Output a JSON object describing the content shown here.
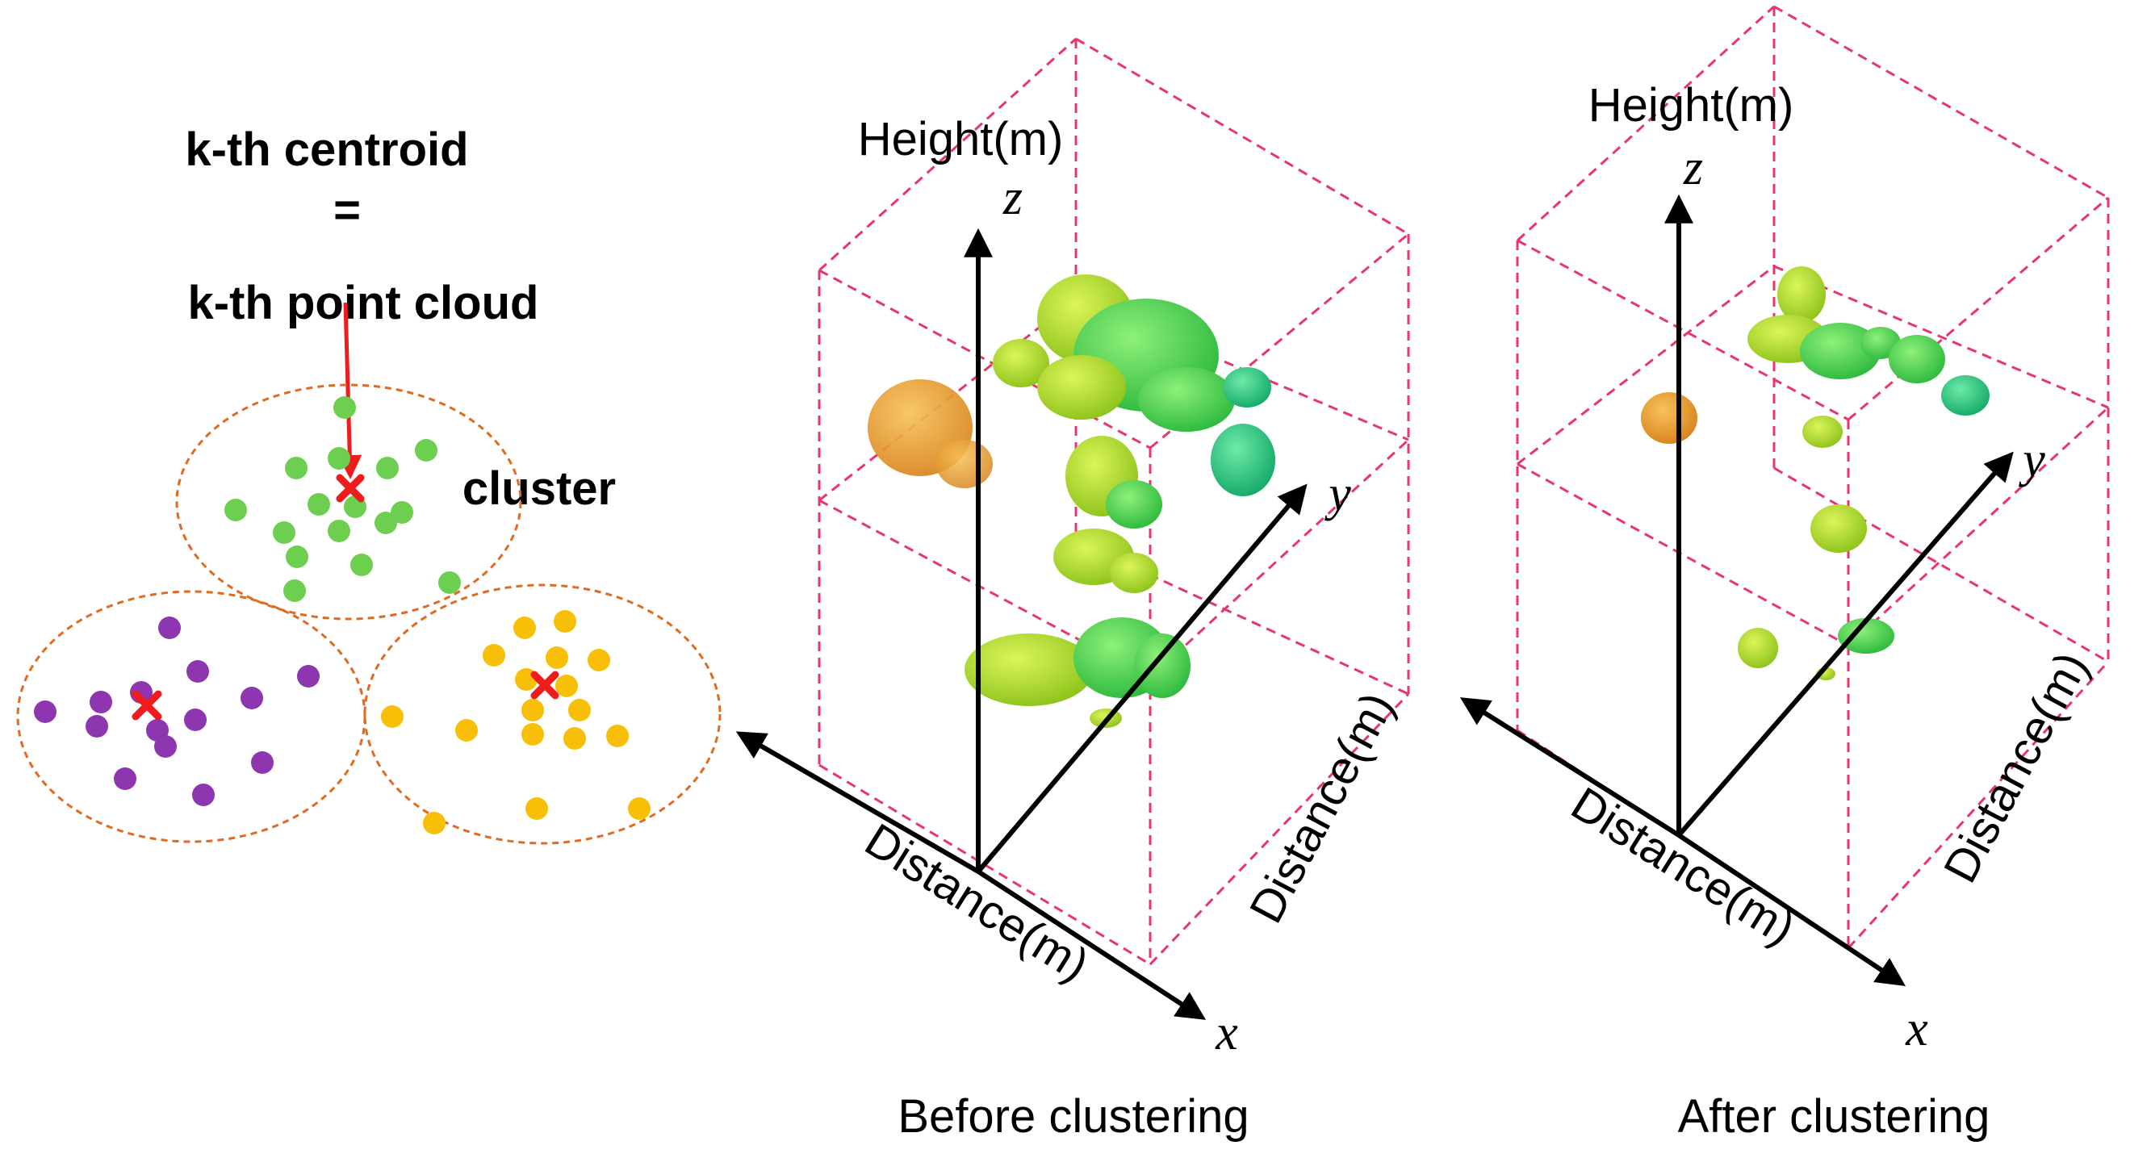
{
  "left_panel": {
    "centroid_label": "k-th centroid",
    "equals_label": "=",
    "point_cloud_label": "k-th point cloud",
    "cluster_label": "cluster",
    "colors": {
      "green": "#6ccf4f",
      "purple": "#8e35b0",
      "yellow": "#f7bf08",
      "centroid": "#ee1c1c",
      "ellipse": "#e06a20"
    }
  },
  "before_panel": {
    "caption": "Before clustering",
    "height_label": "Height(m)",
    "z_label": "z",
    "y_label": "y",
    "x_label": "x",
    "distance_x_label": "Distance(m)",
    "distance_y_label": "Distance(m)"
  },
  "after_panel": {
    "caption": "After clustering",
    "height_label": "Height(m)",
    "z_label": "z",
    "y_label": "y",
    "x_label": "x",
    "distance_x_label": "Distance(m)",
    "distance_y_label": "Distance(m)"
  },
  "colors": {
    "box_edge": "#e8356a",
    "axis": "#000000",
    "blob_orange": "#e8961f",
    "blob_yellowgreen": "#a8d61f",
    "blob_green": "#3fcf4f",
    "blob_teal": "#1fc07a"
  }
}
